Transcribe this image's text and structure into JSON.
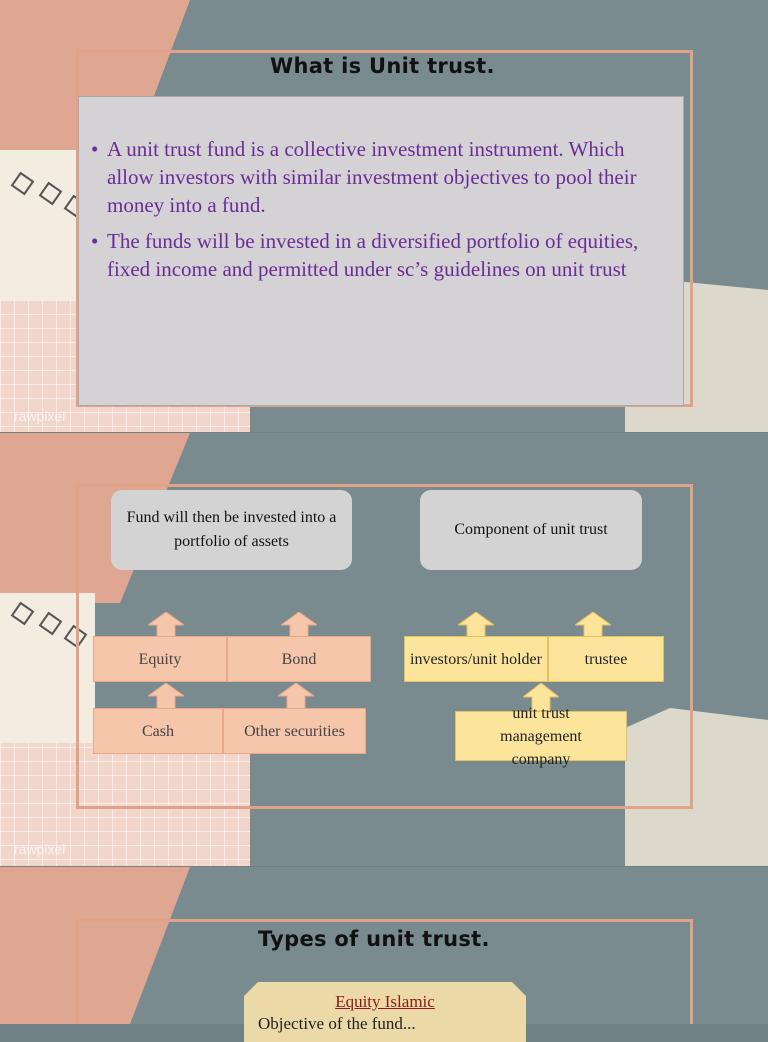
{
  "slide1": {
    "title": "What is Unit trust.",
    "bullet_mark": "•",
    "bullets": [
      "A unit trust fund is a collective investment instrument. Which allow investors with similar investment objectives to pool their money into a fund.",
      "The funds will be invested in a diversified portfolio of equities, fixed income and permitted under sc’s guidelines on unit trust"
    ],
    "watermark": "rawpixel"
  },
  "slide2": {
    "box_left": "Fund will then be invested into a portfolio of assets",
    "box_right": "Component of unit trust",
    "assets": [
      "Equity",
      "Bond",
      "Cash",
      "Other securities"
    ],
    "components": [
      "investors/unit holder",
      "trustee",
      "unit trust management company"
    ],
    "watermark": "rawpixel"
  },
  "slide3": {
    "title": "Types  of unit trust.",
    "card_title": "Equity Islamic",
    "card_sub": "Objective of the fund..."
  },
  "colors": {
    "bullet_text": "#6a2c96",
    "frame": "#e2a287",
    "peach_block": "#f6c6ab",
    "yellow_block": "#fce59b",
    "slate_bg": "#7a8b90"
  }
}
